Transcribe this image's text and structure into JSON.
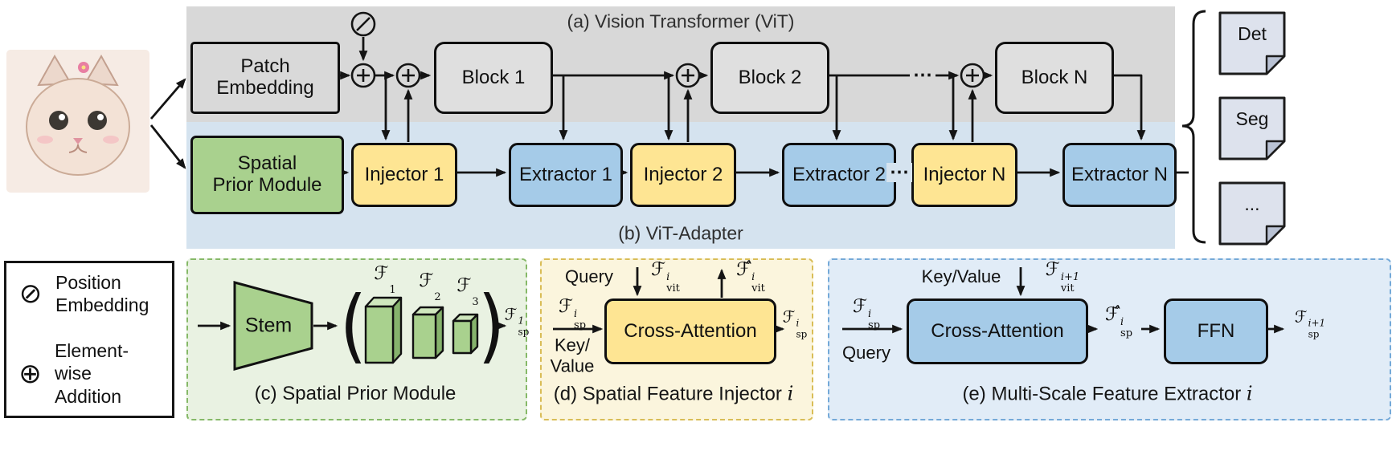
{
  "figure": {
    "panel_a_title": "(a) Vision Transformer (ViT)",
    "panel_b_title": "(b) ViT-Adapter",
    "patch_embedding_lines": [
      "Patch",
      "Embedding"
    ],
    "blocks": [
      "Block 1",
      "Block 2",
      "Block N"
    ],
    "vit_dots": "⋯",
    "spatial_prior_module_lines": [
      "Spatial",
      "Prior Module"
    ],
    "adapter_boxes": [
      "Injector 1",
      "Extractor 1",
      "Injector 2",
      "Extractor 2",
      "Injector N",
      "Extractor N"
    ],
    "adapter_dots": "⋯",
    "output_docs": [
      "Det",
      "Seg",
      "..."
    ]
  },
  "legend": {
    "items": [
      {
        "symbol": "⊘",
        "lines": [
          "Position",
          "Embedding"
        ]
      },
      {
        "symbol": "⊕",
        "lines": [
          "Element-wise",
          "Addition"
        ]
      }
    ]
  },
  "panel_c": {
    "caption": "(c) Spatial Prior Module",
    "stem_label": "Stem",
    "paren_open": "(",
    "paren_close": ")",
    "f1": {
      "base": "ℱ",
      "sub": "1"
    },
    "f2": {
      "base": "ℱ",
      "sub": "2"
    },
    "f3": {
      "base": "ℱ",
      "sub": "3"
    },
    "f_sp_1": {
      "base": "ℱ",
      "sup": "1",
      "sub": "sp"
    }
  },
  "panel_d": {
    "caption_prefix": "(d) Spatial Feature Injector ",
    "caption_var": "i",
    "query_label": "Query",
    "key_value_lines": [
      "Key/",
      "Value"
    ],
    "cross_attention_label": "Cross-Attention",
    "f_vit_i": {
      "base": "ℱ",
      "sup": "i",
      "sub": "vit"
    },
    "f_vit_i_hat": {
      "base": "ℱ̂",
      "sup": "i",
      "sub": "vit"
    },
    "f_sp_i_in": {
      "base": "ℱ",
      "sup": "i",
      "sub": "sp"
    },
    "f_sp_i_out": {
      "base": "ℱ",
      "sup": "i",
      "sub": "sp"
    }
  },
  "panel_e": {
    "caption_prefix": "(e) Multi-Scale Feature Extractor ",
    "caption_var": "i",
    "key_value_label": "Key/Value",
    "query_label": "Query",
    "cross_attention_label": "Cross-Attention",
    "ffn_label": "FFN",
    "f_vit_i1": {
      "base": "ℱ",
      "sup": "i+1",
      "sub": "vit"
    },
    "f_sp_i": {
      "base": "ℱ",
      "sup": "i",
      "sub": "sp"
    },
    "f_sp_i_hat": {
      "base": "ℱ̂",
      "sup": "i",
      "sub": "sp"
    },
    "f_sp_i1": {
      "base": "ℱ",
      "sup": "i+1",
      "sub": "sp"
    }
  },
  "colors": {
    "vit_band": "#d8d8d8",
    "adapter_band": "#d5e3ef",
    "injector_yellow": "#fee593",
    "extractor_blue": "#a5cbe8",
    "spm_green": "#a9d18e",
    "block_gray": "#dfdfdf"
  }
}
